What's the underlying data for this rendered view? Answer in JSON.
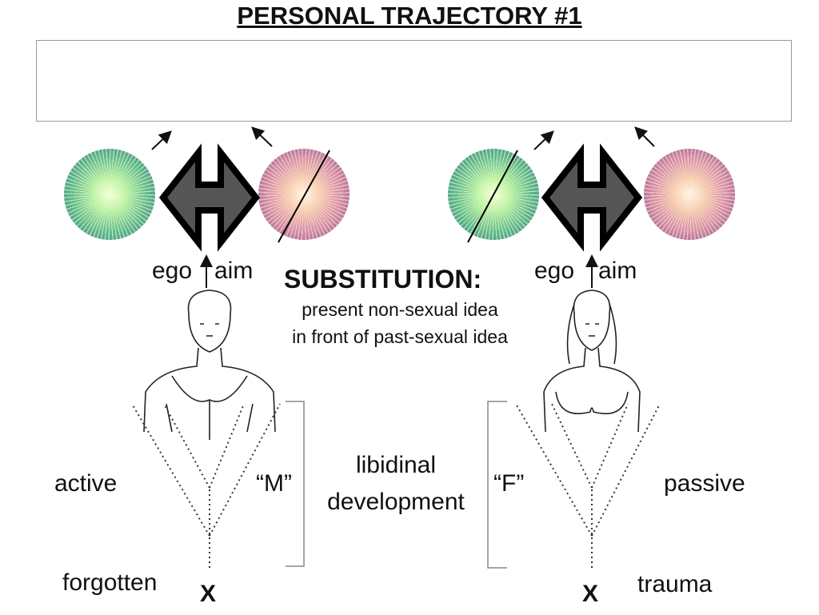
{
  "title": "PERSONAL TRAJECTORY #1",
  "left": {
    "ego": "ego",
    "aim": "aim",
    "development_label": "active",
    "gender_label": "“M”",
    "origin_label": "forgotten",
    "origin_mark": "X"
  },
  "right": {
    "ego": "ego",
    "aim": "aim",
    "development_label": "passive",
    "gender_label": "“F”",
    "origin_label": "trauma",
    "origin_mark": "X"
  },
  "center": {
    "heading": "SUBSTITUTION:",
    "line1": "present non-sexual idea",
    "line2": "in front of past-sexual idea",
    "dev_line1": "libidinal",
    "dev_line2": "development"
  },
  "colors": {
    "box_border": "#999999",
    "arrow_fill": "#555555"
  }
}
